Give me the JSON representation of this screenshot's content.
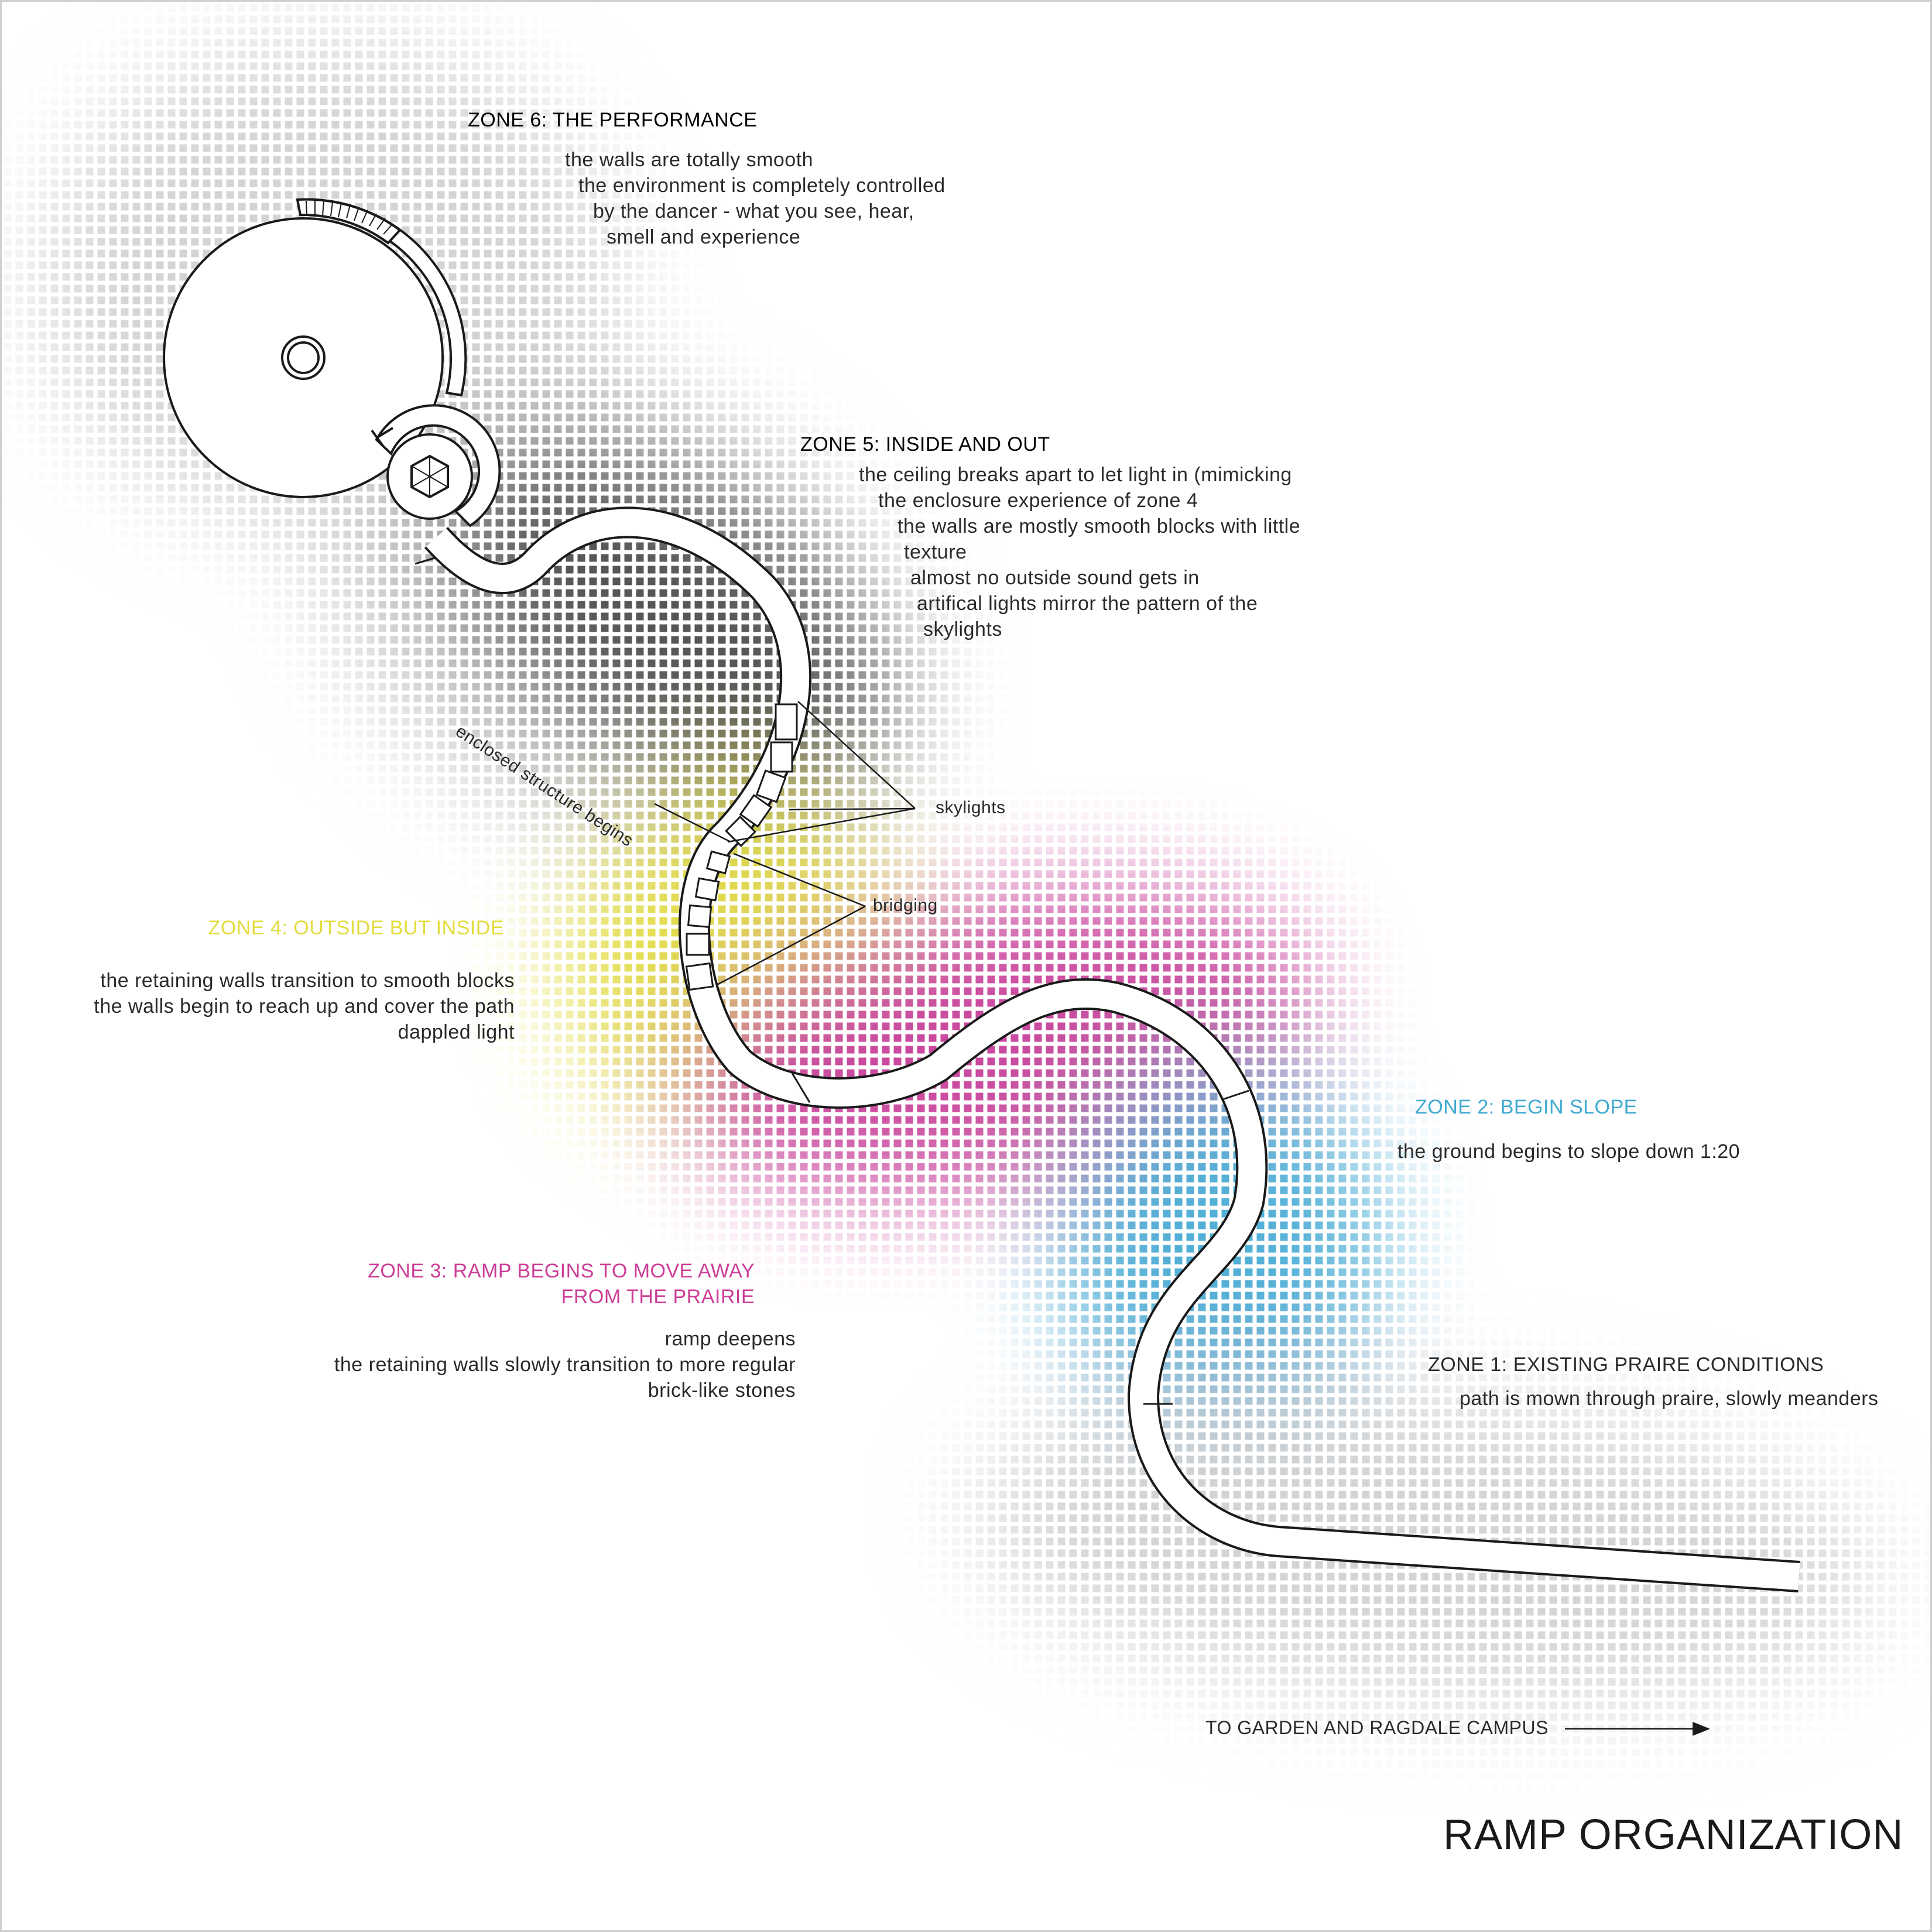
{
  "title": "RAMP ORGANIZATION",
  "colors": {
    "zone6": "#2a2a2a",
    "zone5": "#2a2a2a",
    "zone4": "#e6e042",
    "zone3": "#cc3d96",
    "zone2": "#3fa9d0",
    "zone1": "#2a2a2a",
    "cloud_gray": "#cfcfcf",
    "cloud_dark": "#5a5a5a"
  },
  "zones": {
    "zone6": {
      "heading": "ZONE 6: THE PERFORMANCE",
      "lines": [
        "the walls are totally smooth",
        "the environment is completely controlled",
        "by the dancer - what you see, hear,",
        "smell and experience"
      ]
    },
    "zone5": {
      "heading": "ZONE 5: INSIDE AND OUT",
      "lines": [
        "the ceiling breaks apart to let light in (mimicking",
        "the enclosure experience of zone 4",
        "the walls are mostly smooth blocks with little",
        "texture",
        "almost no outside sound gets in",
        "artifical lights mirror the pattern of the",
        "skylights"
      ]
    },
    "zone4": {
      "heading": "ZONE 4: OUTSIDE BUT INSIDE",
      "lines": [
        "the retaining walls transition to smooth blocks",
        "the walls begin to reach up and cover the path",
        "dappled light"
      ]
    },
    "zone3": {
      "heading_lines": [
        "ZONE 3: RAMP BEGINS TO MOVE AWAY",
        "FROM THE PRAIRIE"
      ],
      "lines": [
        "ramp deepens",
        "the retaining walls slowly transition to more regular",
        "brick-like stones"
      ]
    },
    "zone2": {
      "heading": "ZONE 2: BEGIN SLOPE",
      "lines": [
        "the ground begins to slope down 1:20"
      ]
    },
    "zone1": {
      "heading": "ZONE 1:  EXISTING PRAIRE CONDITIONS",
      "lines": [
        "path is mown through praire, slowly meanders"
      ]
    }
  },
  "annotations": {
    "enclosed": "enclosed structure begins",
    "skylights": "skylights",
    "bridging": "bridging",
    "garden": "TO GARDEN AND RAGDALE CAMPUS"
  }
}
